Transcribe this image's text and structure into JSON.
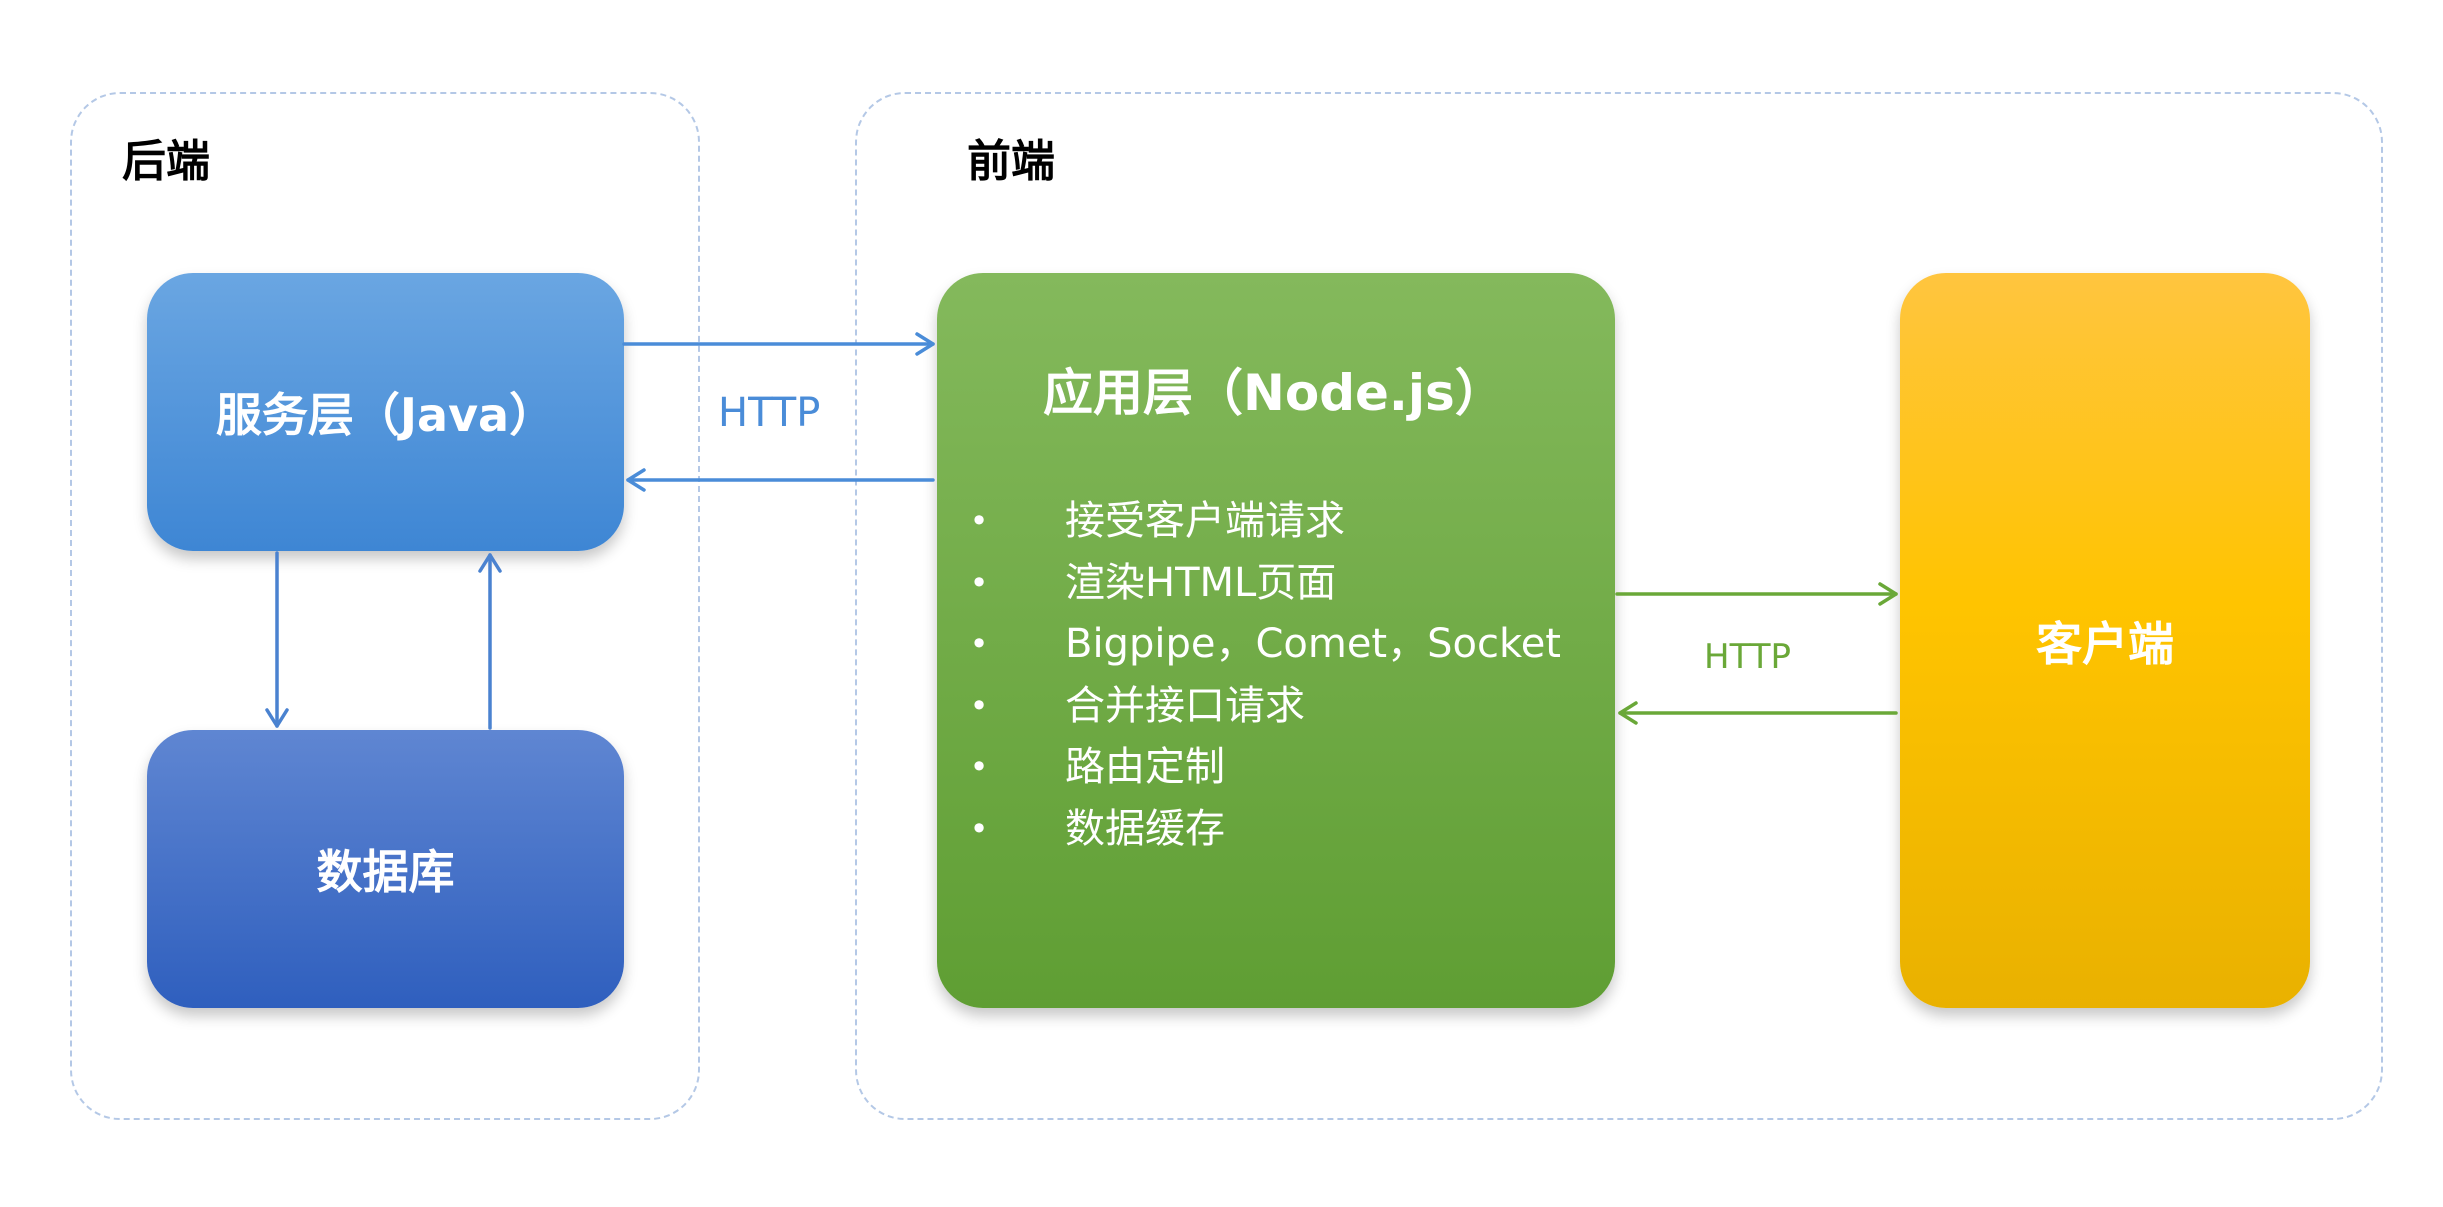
{
  "groups": {
    "backend": {
      "title": "后端"
    },
    "frontend": {
      "title": "前端"
    }
  },
  "nodes": {
    "service": {
      "label": "服务层（Java）"
    },
    "database": {
      "label": "数据库"
    },
    "app": {
      "title": "应用层（Node.js）",
      "features": [
        "接受客户端请求",
        "渲染HTML页面",
        "Bigpipe，Comet，Socket",
        "合并接口请求",
        "路由定制",
        "数据缓存"
      ]
    },
    "client": {
      "label": "客户端"
    }
  },
  "edges": {
    "service_app": {
      "label": "HTTP"
    },
    "app_client": {
      "label": "HTTP"
    }
  },
  "colors": {
    "service": "#4f93da",
    "database": "#3a6cc6",
    "app": "#72ab47",
    "client": "#ffc400",
    "arrow_blue": "#4a8cd8",
    "arrow_green": "#6aa838",
    "group_border": "#b4c8e6"
  }
}
